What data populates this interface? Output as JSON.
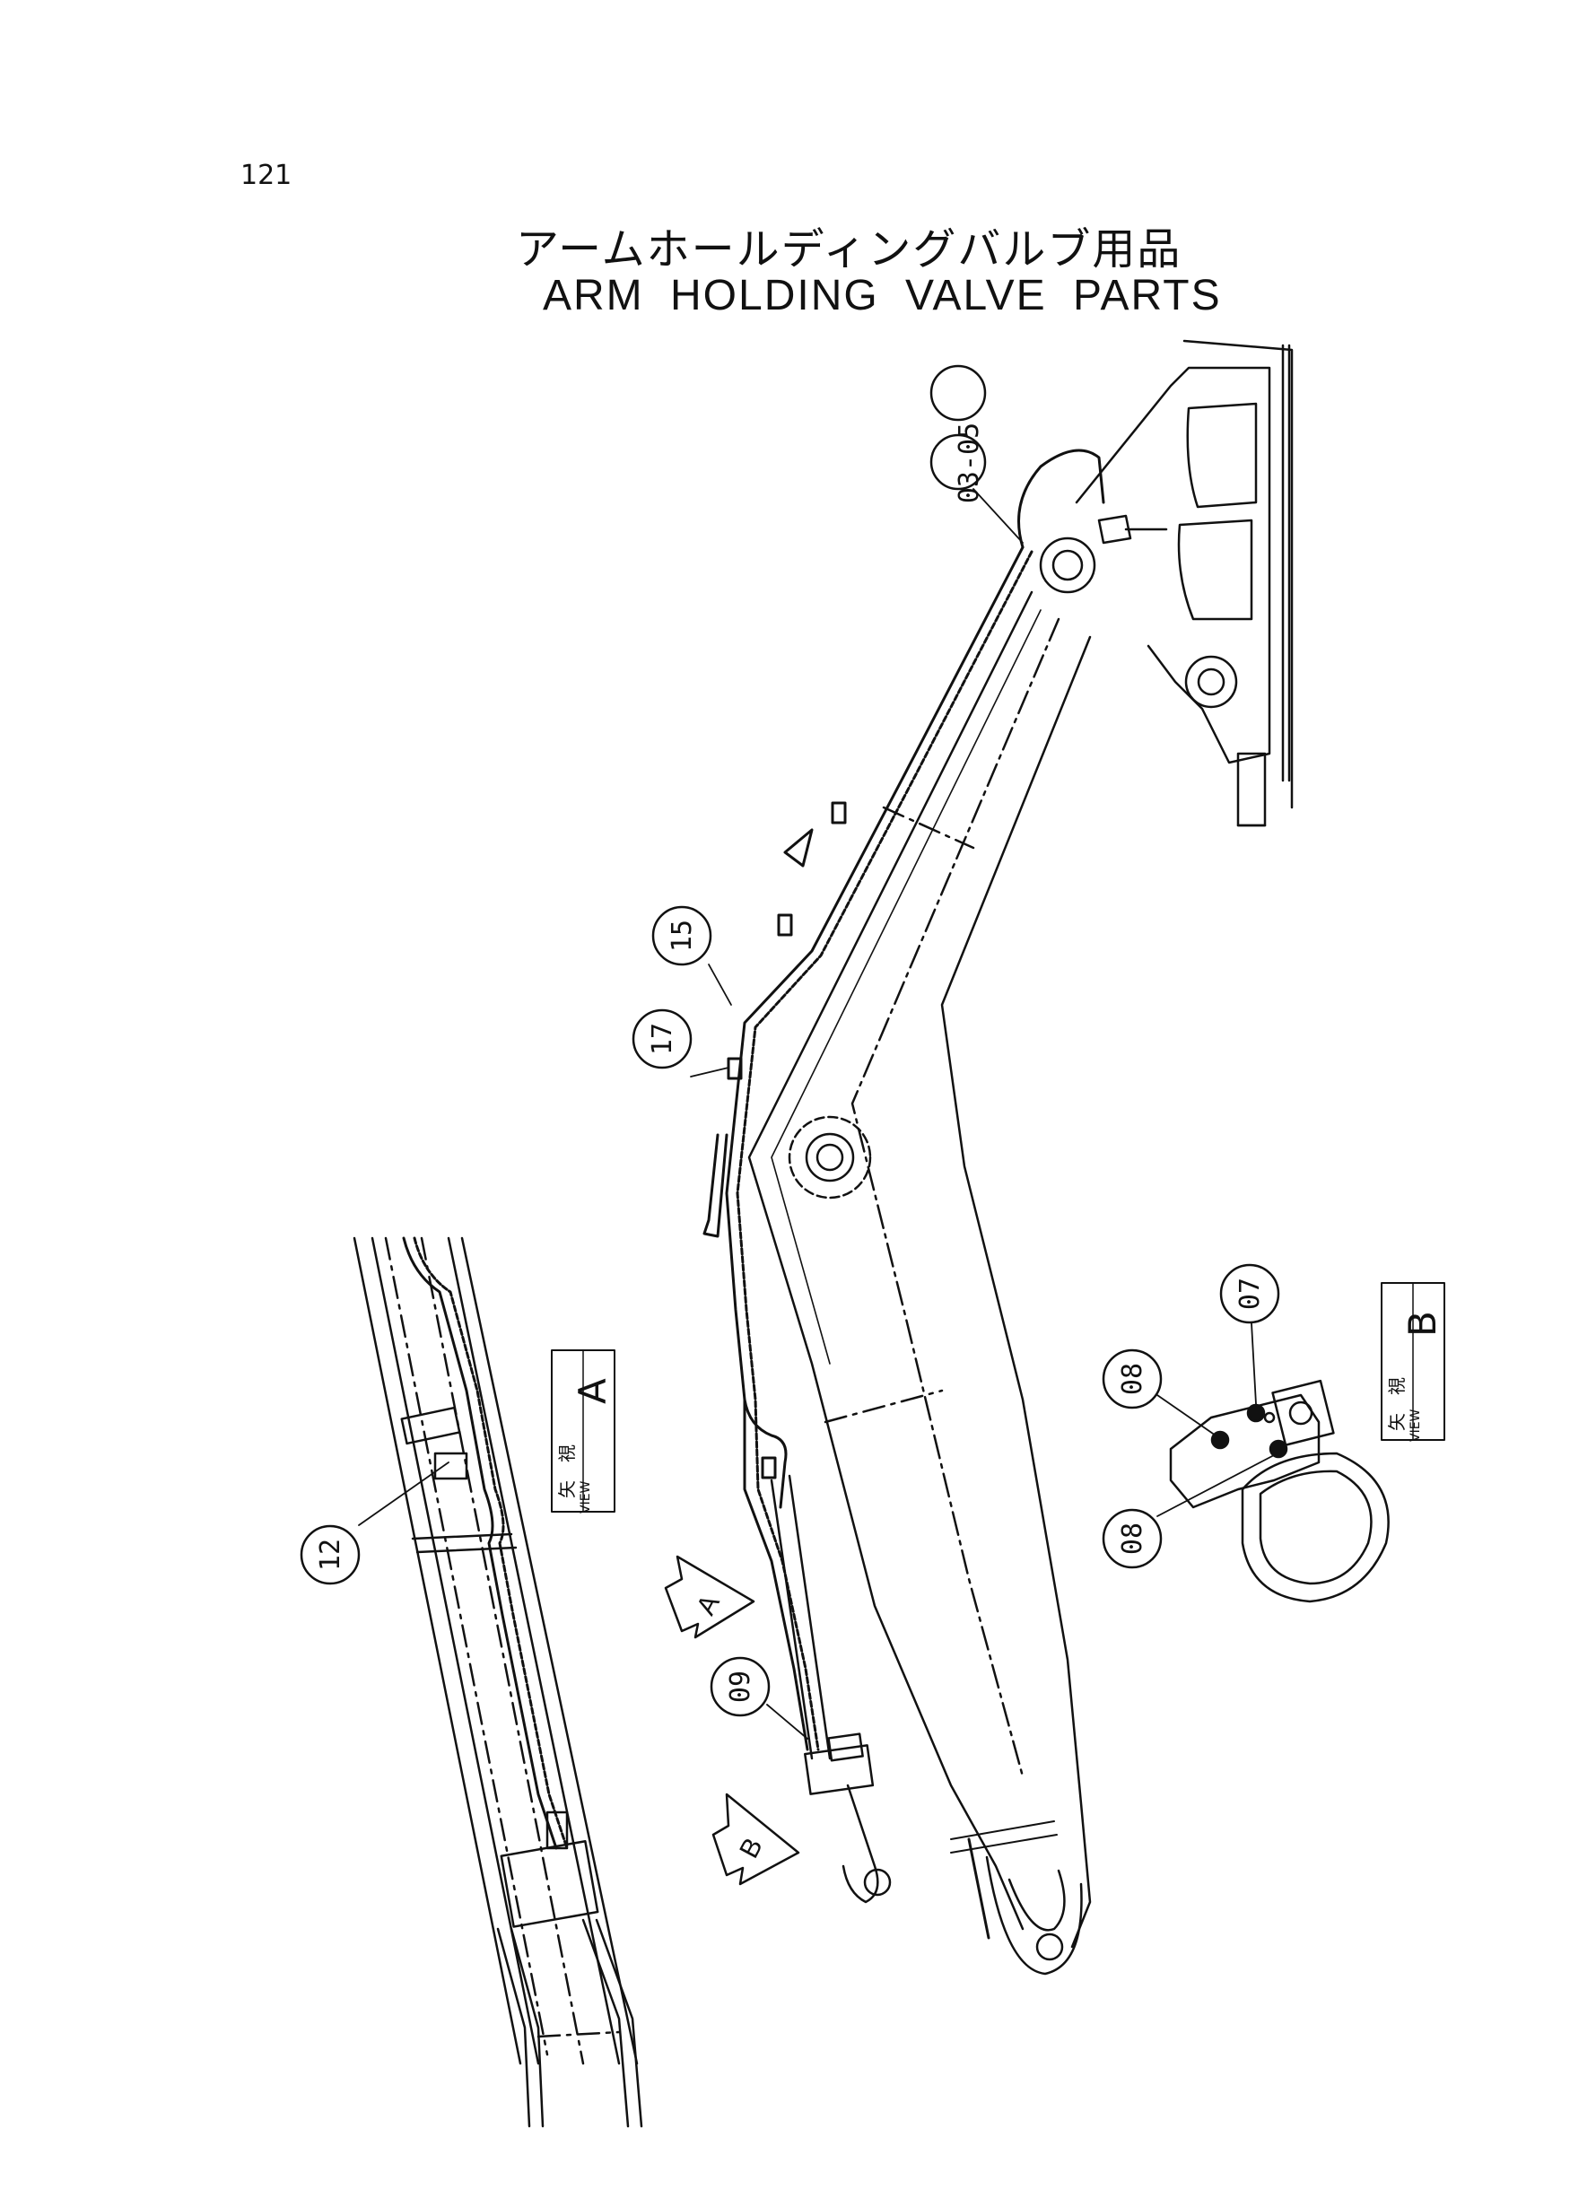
{
  "page_number": "121",
  "title": {
    "japanese": "アームホールディングバルブ用品",
    "english": "ARM HOLDING VALVE PARTS"
  },
  "callouts": {
    "c0305": "03-05",
    "c15": "15",
    "c17": "17",
    "c12": "12",
    "c09": "09",
    "c07": "07",
    "c08a": "08",
    "c08b": "08"
  },
  "view_a": {
    "kanji_1": "矢",
    "kanji_2": "視",
    "word": "VIEW",
    "letter": "A"
  },
  "view_b": {
    "kanji_1": "矢",
    "kanji_2": "視",
    "word": "VIEW",
    "letter": "B"
  },
  "arrows": {
    "a": "A",
    "b": "B"
  }
}
